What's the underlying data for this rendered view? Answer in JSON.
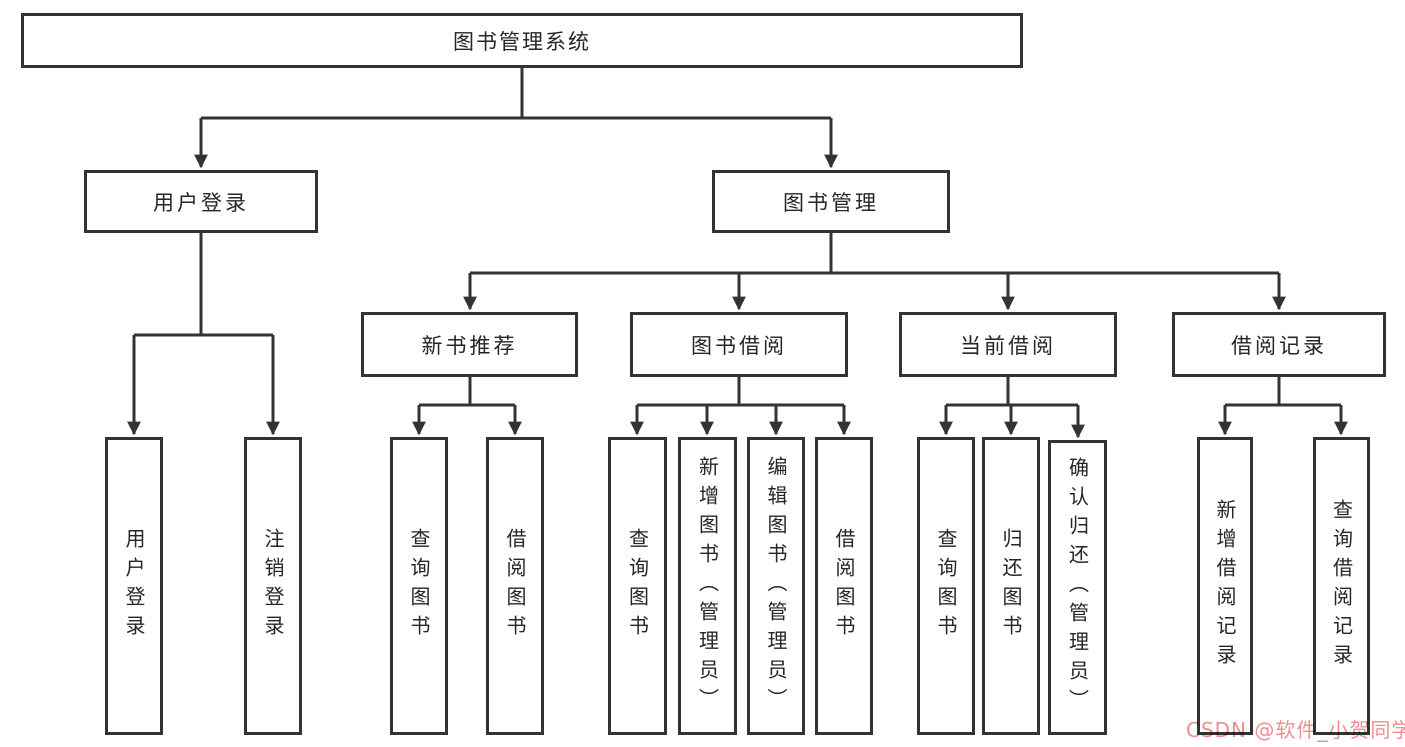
{
  "colors": {
    "line": "#333333",
    "text": "#262626",
    "watermark": "#ec8f8f",
    "bg": "#ffffff"
  },
  "watermark": {
    "text": "CSDN @软件_小贺同学"
  },
  "tree": {
    "root": {
      "label": "图书管理系统"
    },
    "branches": [
      {
        "label": "用户登录",
        "leaves": [
          {
            "label": "用户登录"
          },
          {
            "label": "注销登录"
          }
        ]
      },
      {
        "label": "图书管理",
        "groups": [
          {
            "label": "新书推荐",
            "leaves": [
              {
                "label": "查询图书"
              },
              {
                "label": "借阅图书"
              }
            ]
          },
          {
            "label": "图书借阅",
            "leaves": [
              {
                "label": "查询图书"
              },
              {
                "label": "新增图书（管理员）"
              },
              {
                "label": "编辑图书（管理员）"
              },
              {
                "label": "借阅图书"
              }
            ]
          },
          {
            "label": "当前借阅",
            "leaves": [
              {
                "label": "查询图书"
              },
              {
                "label": "归还图书"
              },
              {
                "label": "确认归还（管理员）"
              }
            ]
          },
          {
            "label": "借阅记录",
            "leaves": [
              {
                "label": "新增借阅记录"
              },
              {
                "label": "查询借阅记录"
              }
            ]
          }
        ]
      }
    ]
  }
}
